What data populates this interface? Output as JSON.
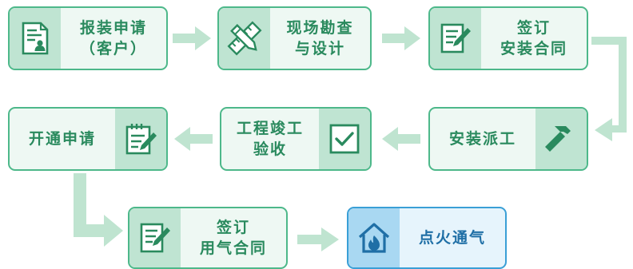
{
  "steps": [
    {
      "id": "apply",
      "line1": "报装申请",
      "line2": "（客户）",
      "icon": "document-user-icon"
    },
    {
      "id": "survey",
      "line1": "现场勘查",
      "line2": "与设计",
      "icon": "ruler-pencil-icon"
    },
    {
      "id": "contract",
      "line1": "签订",
      "line2": "安装合同",
      "icon": "edit-document-icon"
    },
    {
      "id": "dispatch",
      "line1": "安装派工",
      "icon": "hammer-icon"
    },
    {
      "id": "complete",
      "line1": "工程竣工",
      "line2": "验收",
      "icon": "checkbox-icon"
    },
    {
      "id": "open",
      "line1": "开通申请",
      "icon": "notepad-pencil-icon"
    },
    {
      "id": "gas-contract",
      "line1": "签订",
      "line2": "用气合同",
      "icon": "edit-document-icon"
    },
    {
      "id": "ignite",
      "line1": "点火通气",
      "icon": "house-flame-icon"
    }
  ],
  "colors": {
    "border": "#4db88a",
    "box_bg": "#eef8f3",
    "icon_bg": "#bfe4d2",
    "text": "#2a8a5e",
    "arrow": "#bfe4d0",
    "final_border": "#3a9fd6",
    "final_bg": "#e6f4fc",
    "final_icon_bg": "#a9d8f2",
    "final_text": "#1f6fa6"
  }
}
